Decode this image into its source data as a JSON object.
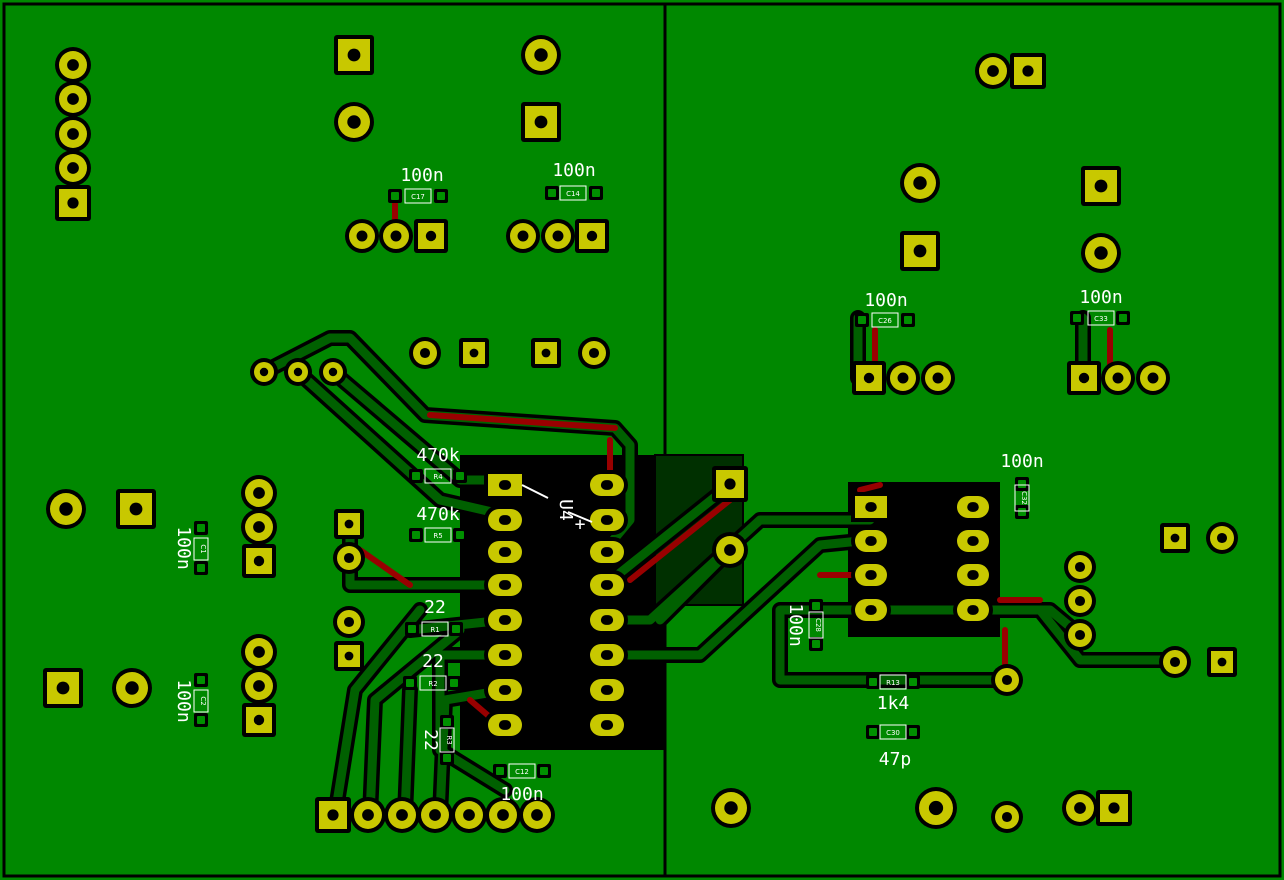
{
  "board": {
    "colors": {
      "copper_pour": "#008800",
      "ground_fill": "#009000",
      "track_top": "#006000",
      "track_bottom": "#990000",
      "pad_copper": "#c8c800",
      "pad_hole": "#000000",
      "silkscreen": "#ffffff",
      "outline": "#000000"
    }
  },
  "labels": {
    "c17_value": "100n",
    "c17_ref": "C17",
    "c14_value": "100n",
    "c14_ref": "C14",
    "c26_value": "100n",
    "c26_ref": "C26",
    "c33_value": "100n",
    "c33_ref": "C33",
    "r4_value": "470k",
    "r4_ref": "R4",
    "r5_value": "470k",
    "r5_ref": "R5",
    "u4_ref": "U4",
    "u4_plus": "+",
    "c1_value": "100n",
    "c1_ref": "C1",
    "c2_value": "100n",
    "c2_ref": "C2",
    "r1_value": "22",
    "r1_ref": "R1",
    "r2_value": "22",
    "r2_ref": "R2",
    "r3_value": "22",
    "r3_ref": "R3",
    "c12_value": "100n",
    "c12_ref": "C12",
    "c32_value": "100n",
    "c32_ref": "C32",
    "c28_value": "100n",
    "c28_ref": "C28",
    "r13_value": "1k4",
    "r13_ref": "R13",
    "c30_value": "47p",
    "c30_ref": "C30"
  }
}
